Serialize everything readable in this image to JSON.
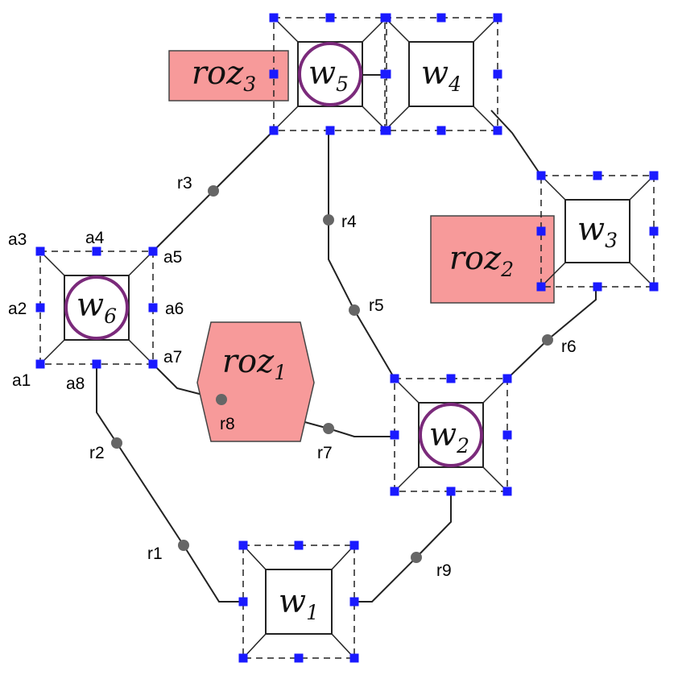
{
  "colors": {
    "port": "#1a1aff",
    "waypoint": "#666666",
    "zone_fill": "#f79a9a",
    "zone_stroke": "#444444",
    "highlight_ring": "#7b2a7b",
    "edge": "#222222"
  },
  "nodes": [
    {
      "id": "w1",
      "base": "w",
      "sub": "1",
      "highlighted": false
    },
    {
      "id": "w2",
      "base": "w",
      "sub": "2",
      "highlighted": true
    },
    {
      "id": "w3",
      "base": "w",
      "sub": "3",
      "highlighted": false
    },
    {
      "id": "w4",
      "base": "w",
      "sub": "4",
      "highlighted": false
    },
    {
      "id": "w5",
      "base": "w",
      "sub": "5",
      "highlighted": true
    },
    {
      "id": "w6",
      "base": "w",
      "sub": "6",
      "highlighted": true
    }
  ],
  "zones": [
    {
      "id": "roz1",
      "base": "roz",
      "sub": "1",
      "shape": "hexagon"
    },
    {
      "id": "roz2",
      "base": "roz",
      "sub": "2",
      "shape": "rectangle"
    },
    {
      "id": "roz3",
      "base": "roz",
      "sub": "3",
      "shape": "rectangle"
    }
  ],
  "route_labels": [
    "r1",
    "r2",
    "r3",
    "r4",
    "r5",
    "r6",
    "r7",
    "r8",
    "r9"
  ],
  "anchor_labels": [
    "a1",
    "a2",
    "a3",
    "a4",
    "a5",
    "a6",
    "a7",
    "a8"
  ],
  "edges": [
    {
      "route": "r1",
      "from": "w6.a8",
      "to": "w1.west"
    },
    {
      "route": "r2",
      "from": "w6.a8",
      "to": "w1.west"
    },
    {
      "route": "r3",
      "from": "w6.a5",
      "to": "w5.southwest"
    },
    {
      "route": "r4",
      "from": "w5.south",
      "to": "w2.northwest"
    },
    {
      "route": "r5",
      "from": "w5.south",
      "to": "w2.northwest"
    },
    {
      "route": "r6",
      "from": "w3.south",
      "to": "w2.northeast"
    },
    {
      "route": "r7",
      "from": "w6.a7",
      "to": "w2.west"
    },
    {
      "route": "r8",
      "from": "w6.a7",
      "to": "w2.west"
    },
    {
      "route": "r9",
      "from": "w1.east",
      "to": "w2.south"
    }
  ]
}
